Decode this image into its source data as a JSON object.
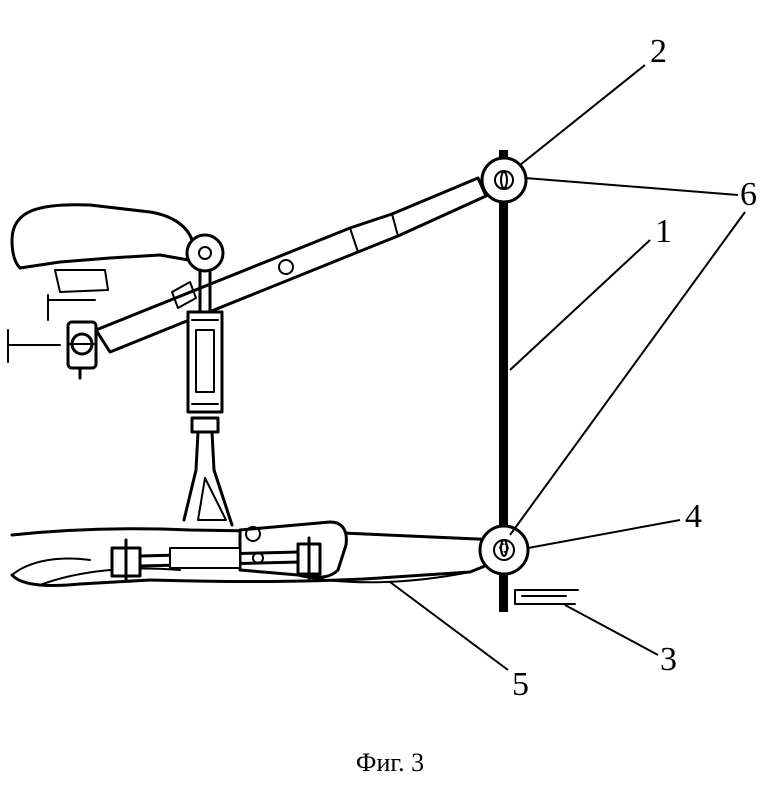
{
  "labels": {
    "l1": "1",
    "l2": "2",
    "l3": "3",
    "l4": "4",
    "l5": "5",
    "l6": "6"
  },
  "caption": "Фиг. 3",
  "colors": {
    "ink": "#000000",
    "paper": "#ffffff"
  }
}
